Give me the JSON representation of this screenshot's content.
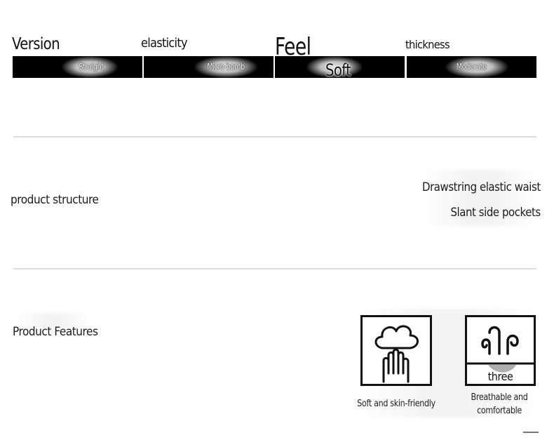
{
  "attributes": [
    {
      "label": "Version",
      "value": "Straight"
    },
    {
      "label": "elasticity",
      "value": "Micro-bomb"
    },
    {
      "label": "Feel",
      "value": "Soft"
    },
    {
      "label": "thickness",
      "value": "Moderate"
    }
  ],
  "structure": {
    "title": "product structure",
    "items": [
      "Drawstring elastic waist",
      "Slant side pockets"
    ]
  },
  "features": {
    "title": "Product Features",
    "items": [
      {
        "icon": "hand-touch-icon",
        "label": "Soft and skin-friendly"
      },
      {
        "icon": "airflow-icon",
        "overlay": "three",
        "label_lines": [
          "Breathable and",
          "comfortable"
        ]
      }
    ]
  },
  "colors": {
    "strip": "#000000",
    "text": "#1a1a1a",
    "divider": "#dcdcdc"
  }
}
